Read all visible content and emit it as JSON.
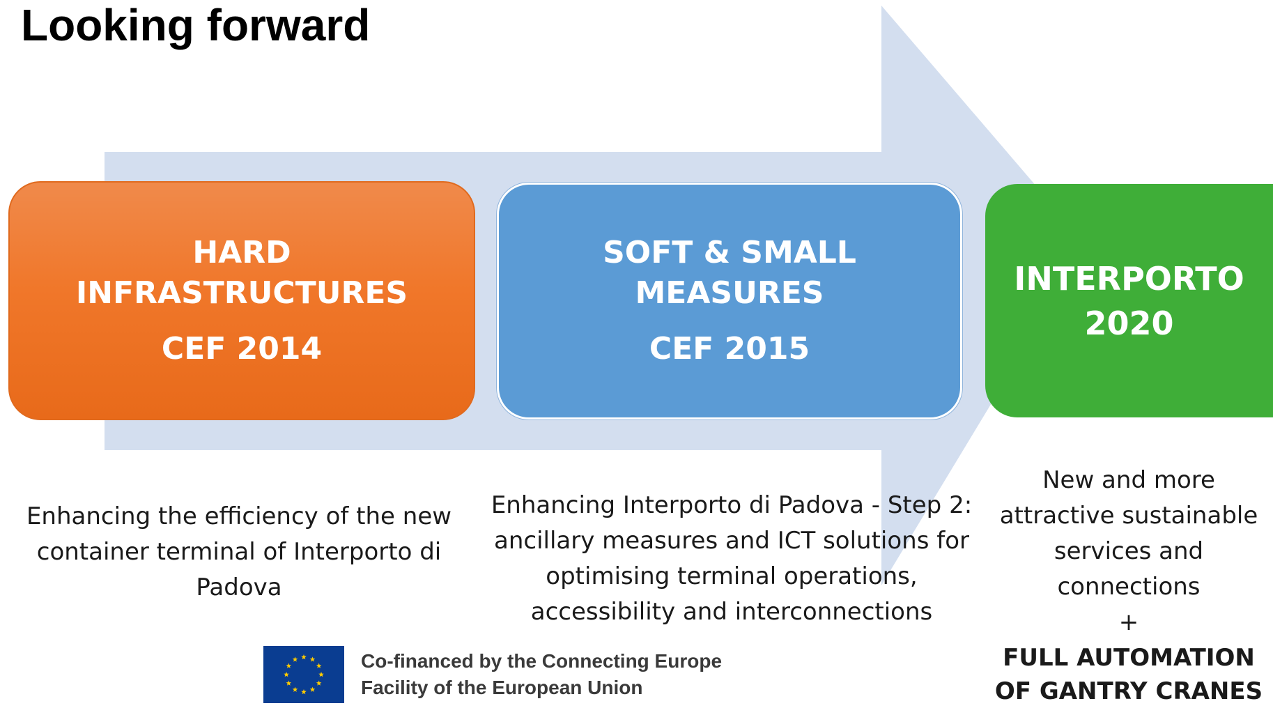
{
  "title": "Looking forward",
  "colors": {
    "arrow": "#d3deef",
    "orange": "#f07a2c",
    "blue": "#5b9bd5",
    "green": "#3fae38",
    "eu_blue": "#0a3d91",
    "eu_star": "#ffcc00"
  },
  "steps": [
    {
      "heading": "HARD\nINFRASTRUCTURES",
      "sub": "CEF 2014",
      "description": "Enhancing the efficiency of the new\ncontainer terminal of Interporto di\nPadova"
    },
    {
      "heading": "SOFT & SMALL\nMEASURES",
      "sub": "CEF 2015",
      "description": "Enhancing Interporto di Padova - Step 2:\nancillary measures and ICT solutions for\noptimising terminal operations,\naccessibility and interconnections"
    },
    {
      "heading": "INTERPORTO\n2020",
      "description": "New and more\nattractive sustainable\nservices and\nconnections\n+",
      "description_bold": "FULL AUTOMATION\nOF GANTRY CRANES"
    }
  ],
  "footer": {
    "eu_line1": "Co-financed by the Connecting Europe",
    "eu_line2": "Facility of the European Union",
    "flag_icon": "eu-flag-icon"
  }
}
